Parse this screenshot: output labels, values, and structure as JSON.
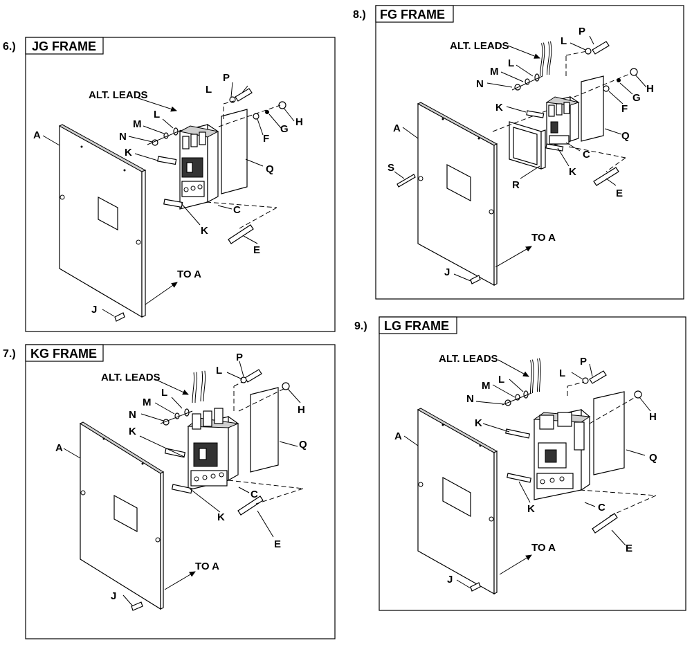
{
  "diagrams": [
    {
      "number": "6.)",
      "frame": "JG FRAME",
      "labels": {
        "A": "A",
        "C": "C",
        "E": "E",
        "F": "F",
        "G": "G",
        "H": "H",
        "J": "J",
        "K1": "K",
        "K2": "K",
        "L1": "L",
        "L2": "L",
        "M": "M",
        "N": "N",
        "P": "P",
        "Q": "Q",
        "alt": "ALT. LEADS",
        "toa": "TO A"
      }
    },
    {
      "number": "7.)",
      "frame": "KG FRAME",
      "labels": {
        "A": "A",
        "C": "C",
        "E": "E",
        "H": "H",
        "J": "J",
        "K1": "K",
        "K2": "K",
        "L1": "L",
        "L2": "L",
        "M": "M",
        "N": "N",
        "P": "P",
        "Q": "Q",
        "alt": "ALT. LEADS",
        "toa": "TO A"
      }
    },
    {
      "number": "8.)",
      "frame": "FG FRAME",
      "labels": {
        "A": "A",
        "C": "C",
        "E": "E",
        "F": "F",
        "G": "G",
        "H": "H",
        "J": "J",
        "K1": "K",
        "K2": "K",
        "L1": "L",
        "L2": "L",
        "M": "M",
        "N": "N",
        "P": "P",
        "Q": "Q",
        "R": "R",
        "S": "S",
        "alt": "ALT. LEADS",
        "toa": "TO A"
      }
    },
    {
      "number": "9.)",
      "frame": "LG FRAME",
      "labels": {
        "A": "A",
        "C": "C",
        "E": "E",
        "H": "H",
        "J": "J",
        "K1": "K",
        "K2": "K",
        "L1": "L",
        "L2": "L",
        "M": "M",
        "N": "N",
        "P": "P",
        "Q": "Q",
        "alt": "ALT. LEADS",
        "toa": "TO A"
      }
    }
  ]
}
